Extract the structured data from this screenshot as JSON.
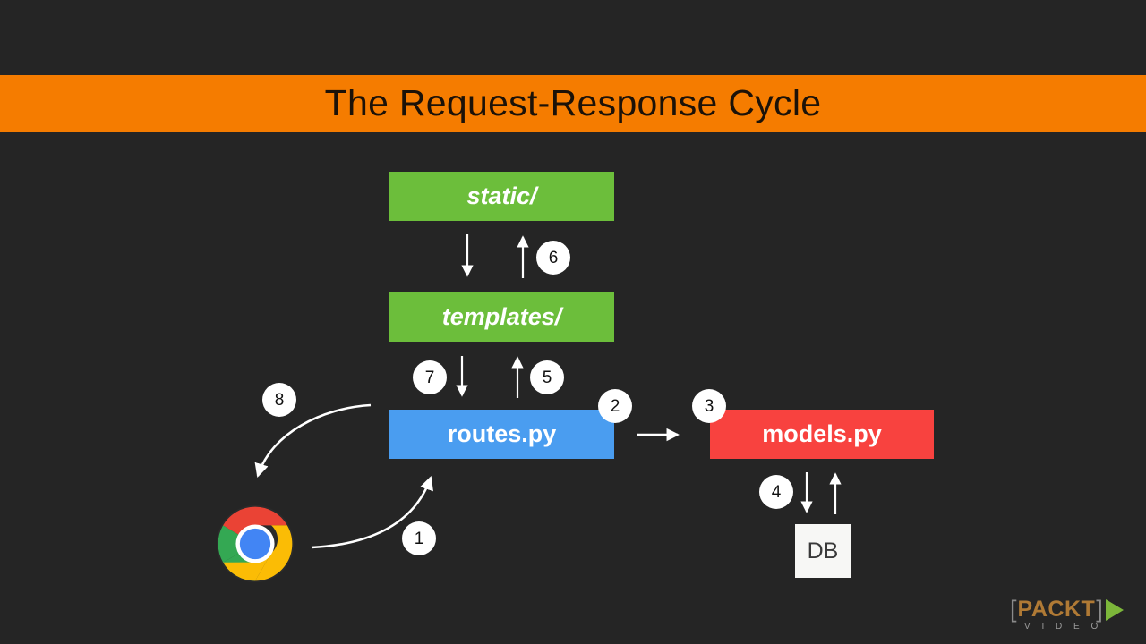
{
  "slide": {
    "background_color": "#252525",
    "title": "The Request-Response Cycle",
    "title_band_color": "#F57C00",
    "title_text_color": "#1C1208"
  },
  "nodes": {
    "static": {
      "label": "static/",
      "color": "#6CBE3B"
    },
    "templates": {
      "label": "templates/",
      "color": "#6CBE3B"
    },
    "routes": {
      "label": "routes.py",
      "color": "#4A9DF0"
    },
    "models": {
      "label": "models.py",
      "color": "#F8423F"
    },
    "database": {
      "label": "DB",
      "color": "#F7F7F5"
    },
    "browser": {
      "label": "chrome-browser"
    }
  },
  "steps": [
    {
      "number": "1",
      "from": "browser",
      "to": "routes"
    },
    {
      "number": "2",
      "from": "routes",
      "to": "models"
    },
    {
      "number": "3",
      "from": "routes",
      "to": "models"
    },
    {
      "number": "4",
      "from": "models",
      "to": "database"
    },
    {
      "number": "5",
      "from": "routes",
      "to": "templates"
    },
    {
      "number": "6",
      "from": "templates",
      "to": "static"
    },
    {
      "number": "7",
      "from": "templates",
      "to": "routes"
    },
    {
      "number": "8",
      "from": "routes",
      "to": "browser"
    }
  ],
  "branding": {
    "bracket_open": "[",
    "bracket_close": "]",
    "name": "PACKT",
    "subtitle": "V I D E O",
    "name_color": "#B07A35",
    "triangle_color": "#7CB63A"
  }
}
